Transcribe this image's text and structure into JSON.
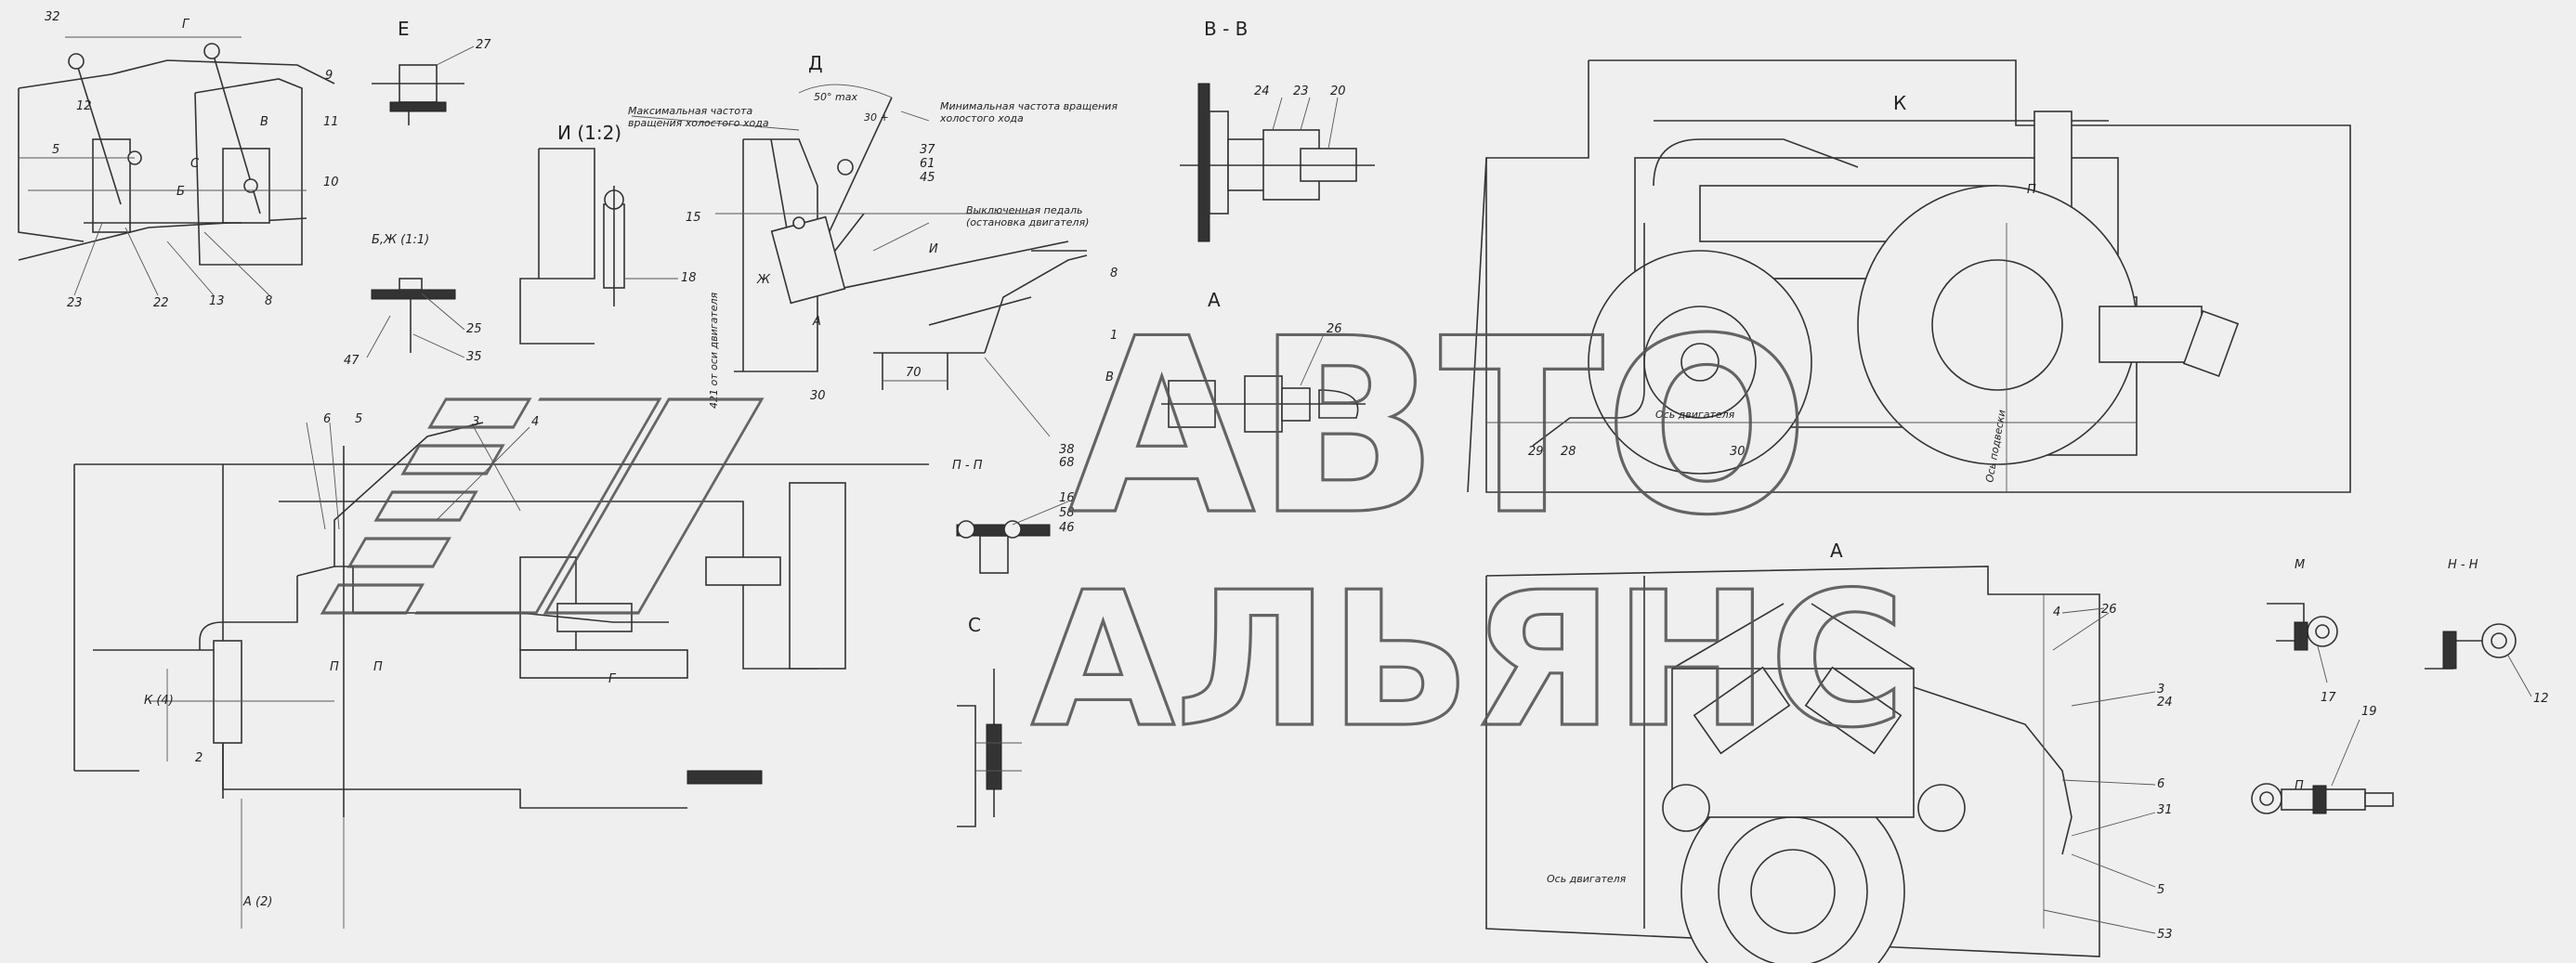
{
  "views": {
    "top_left": {
      "l32": "32",
      "lG": "Г",
      "l9": "9",
      "l12": "12",
      "l11": "11",
      "l5": "5",
      "lC": "С",
      "l10": "10",
      "lB": "Б",
      "l23": "23",
      "l22": "22",
      "l13": "13",
      "l8": "8",
      "lB2": "В"
    },
    "E": {
      "title": "Е",
      "l27": "27"
    },
    "I": {
      "title": "И (1:2)",
      "l18": "18"
    },
    "BZh": {
      "title": "Б,Ж (1:1)",
      "l25": "25",
      "l35": "35",
      "l47": "47"
    },
    "D": {
      "title": "Д",
      "ann1": "Максимальная частота",
      "ann1b": "вращения холостого хода",
      "ann2": "Минимальная частота вращения",
      "ann2b": "холостого хода",
      "ann3": "Выключенная педаль",
      "ann3b": "(остановка двигателя)",
      "angle1": "50° max",
      "angle2": "30 +",
      "l37": "37",
      "l61": "61",
      "l45": "45",
      "l15": "15",
      "lZh": "Ж",
      "lI": "И",
      "lA": "А",
      "vert": "421 от оси двигателя",
      "l30": "30",
      "l70": "70",
      "l8": "8",
      "l1": "1",
      "l38": "38",
      "l68": "68",
      "lB": "В"
    },
    "BB": {
      "title": "В - В",
      "l24": "24",
      "l23": "23",
      "l20": "20"
    },
    "A_mid": {
      "title": "А",
      "l26": "26"
    },
    "PP": {
      "title": "П - П",
      "l16": "16",
      "l58": "58",
      "l46": "46"
    },
    "C": {
      "title": "С"
    },
    "main": {
      "l6": "6",
      "l5": "5",
      "l3": "3",
      "l4": "4",
      "lK": "К (4)",
      "l2": "2",
      "lP": "П",
      "lP2": "П",
      "lG": "Г",
      "lA": "А (2)"
    },
    "K": {
      "title": "К",
      "lP": "П",
      "axis1": "Ось двигателя",
      "axis2": "Ось подвески",
      "l29": "29",
      "l28": "28",
      "l30": "30"
    },
    "A_low": {
      "title": "А",
      "l4": "4",
      "l26": "26",
      "l3": "3",
      "l24": "24",
      "l6": "6",
      "l31": "31",
      "l5": "5",
      "l53": "53",
      "axis": "Ось двигателя"
    },
    "M": {
      "title": "М",
      "l17": "17"
    },
    "NN": {
      "title": "Н - Н",
      "l12": "12"
    },
    "P": {
      "title": "П",
      "l19": "19"
    }
  },
  "watermark": {
    "line1": "АВТО",
    "line2": "АЛЬЯНС"
  },
  "colors": {
    "paper": "#efefef",
    "ink": "#333333"
  }
}
